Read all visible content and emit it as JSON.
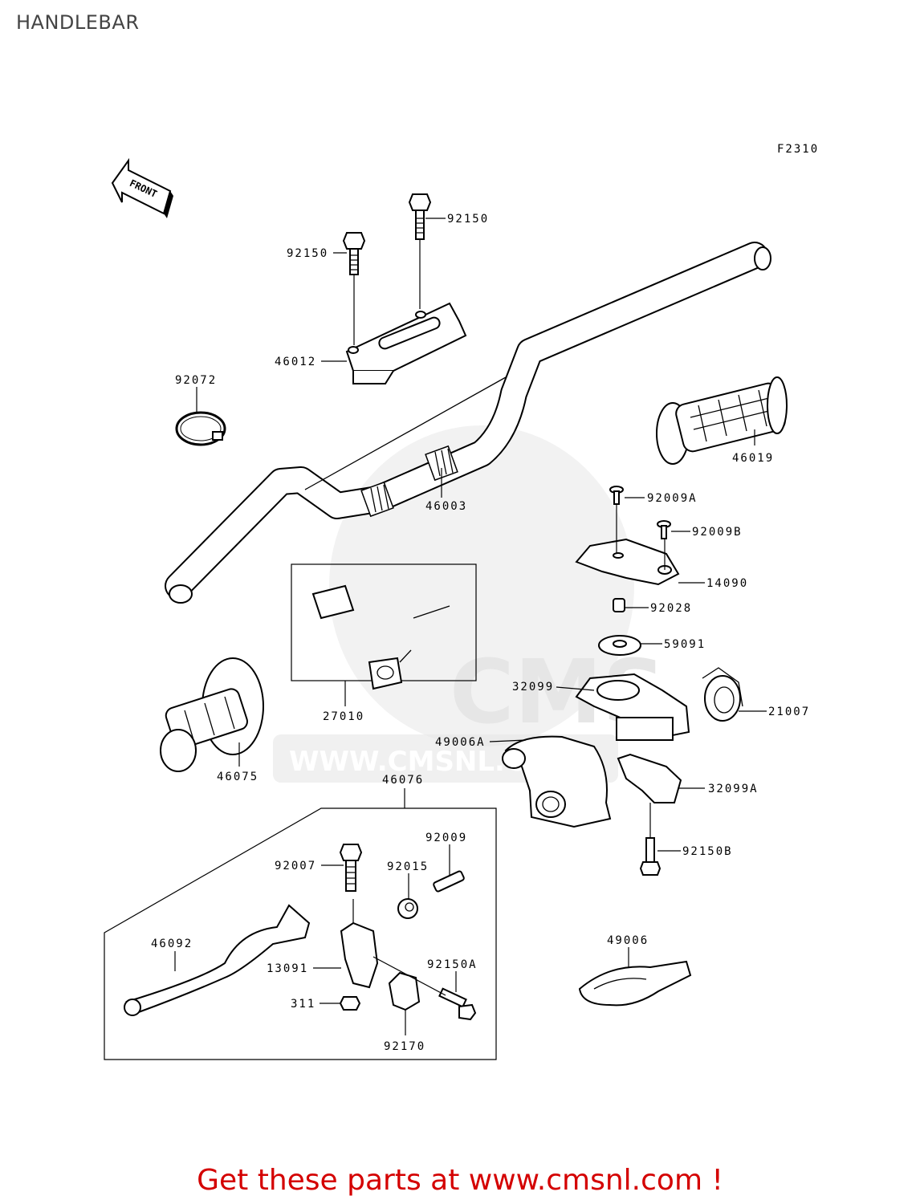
{
  "page": {
    "title": "HANDLEBAR"
  },
  "diagram": {
    "figure_code": "F2310",
    "front_marker": "FRONT",
    "watermark": {
      "brand": "CMS",
      "url": "WWW.CMSNL.COM"
    },
    "callouts": [
      "92150",
      "92150",
      "46012",
      "92072",
      "46003",
      "46019",
      "92009A",
      "92009B",
      "14090",
      "92028",
      "59091",
      "32099",
      "21007",
      "27010",
      "49006A",
      "46075",
      "46076",
      "32099A",
      "92009",
      "92007",
      "92015",
      "92150B",
      "46092",
      "13091",
      "92150A",
      "311",
      "92170",
      "49006"
    ]
  },
  "footer": {
    "link_text": "Get these parts at www.cmsnl.com !"
  }
}
